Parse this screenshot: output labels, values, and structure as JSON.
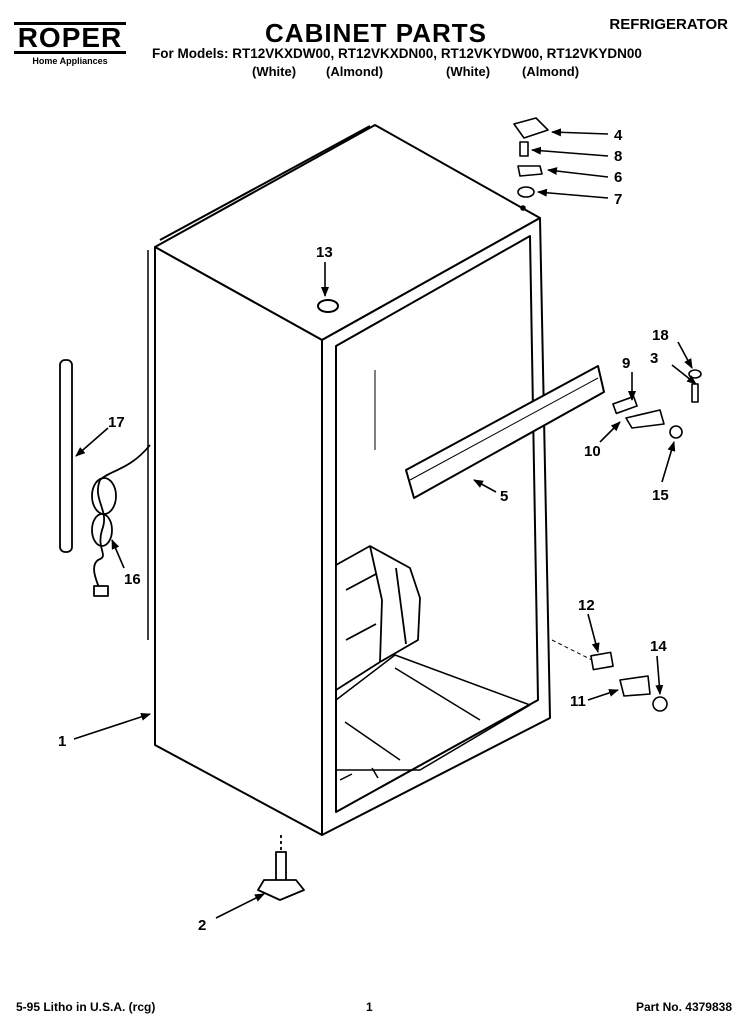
{
  "header": {
    "brand": "ROPER",
    "brand_tagline": "Home Appliances",
    "title": "CABINET PARTS",
    "appliance": "REFRIGERATOR",
    "models_line": "For Models: RT12VKXDW00, RT12VKXDN00, RT12VKYDW00, RT12VKYDN00",
    "colors": [
      "(White)",
      "(Almond)",
      "(White)",
      "(Almond)"
    ]
  },
  "callouts": [
    {
      "id": "1",
      "label": "1"
    },
    {
      "id": "2",
      "label": "2"
    },
    {
      "id": "3",
      "label": "3"
    },
    {
      "id": "4",
      "label": "4"
    },
    {
      "id": "5",
      "label": "5"
    },
    {
      "id": "6",
      "label": "6"
    },
    {
      "id": "7",
      "label": "7"
    },
    {
      "id": "8",
      "label": "8"
    },
    {
      "id": "9",
      "label": "9"
    },
    {
      "id": "10",
      "label": "10"
    },
    {
      "id": "11",
      "label": "11"
    },
    {
      "id": "12",
      "label": "12"
    },
    {
      "id": "13",
      "label": "13"
    },
    {
      "id": "14",
      "label": "14"
    },
    {
      "id": "15",
      "label": "15"
    },
    {
      "id": "16",
      "label": "16"
    },
    {
      "id": "17",
      "label": "17"
    },
    {
      "id": "18",
      "label": "18"
    }
  ],
  "footer": {
    "litho": "5-95 Litho in U.S.A. (rcg)",
    "page": "1",
    "part_no": "Part No. 4379838"
  }
}
